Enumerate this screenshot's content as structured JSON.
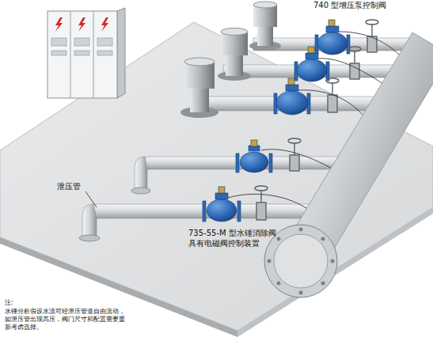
{
  "diagram": {
    "labels": [
      "740 型增压泵控制阀",
      "泄压管",
      "735-55-M 型水锤消除阀 具有电磁阀控制装置",
      "注:",
      "水锤分析假设水流可经泄压管道自由流动，如泄压管出现高压，阀门尺寸和配置需要重新考虑选择。"
    ]
  }
}
